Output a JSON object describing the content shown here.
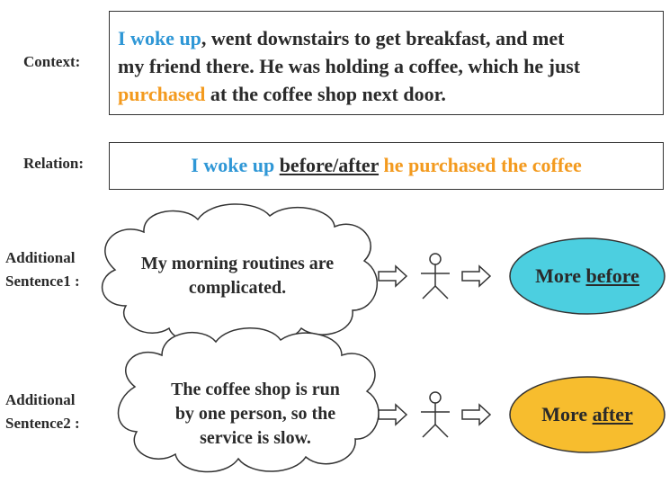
{
  "colors": {
    "blue": "#2f97d6",
    "orange": "#f39a1e",
    "cyan_fill": "#4ccfe0",
    "amber_fill": "#f7bd2e"
  },
  "labels": {
    "context": "Context:",
    "relation": "Relation:",
    "additional1": [
      "Additional",
      "Sentence1 :"
    ],
    "additional2": [
      "Additional",
      "Sentence2 :"
    ]
  },
  "context": {
    "event1": "I woke up",
    "text1": ", went downstairs to get breakfast, and met",
    "text2": "my friend there. He was holding a coffee, which he just",
    "event2": "purchased",
    "text3": " at the coffee shop next door."
  },
  "relation": {
    "event1": "I woke up",
    "relation_word": "before/after",
    "event2": "he purchased the coffee"
  },
  "sentence1": {
    "lines": [
      "My morning routines are",
      "complicated."
    ],
    "result_prefix": "More ",
    "result_word": "before"
  },
  "sentence2": {
    "lines": [
      "The coffee shop is run",
      "by one person, so the",
      "service is slow."
    ],
    "result_prefix": "More ",
    "result_word": "after"
  },
  "icons": [
    "cloud-shape",
    "double-arrow-icon",
    "stick-figure-icon",
    "ellipse-shape"
  ]
}
